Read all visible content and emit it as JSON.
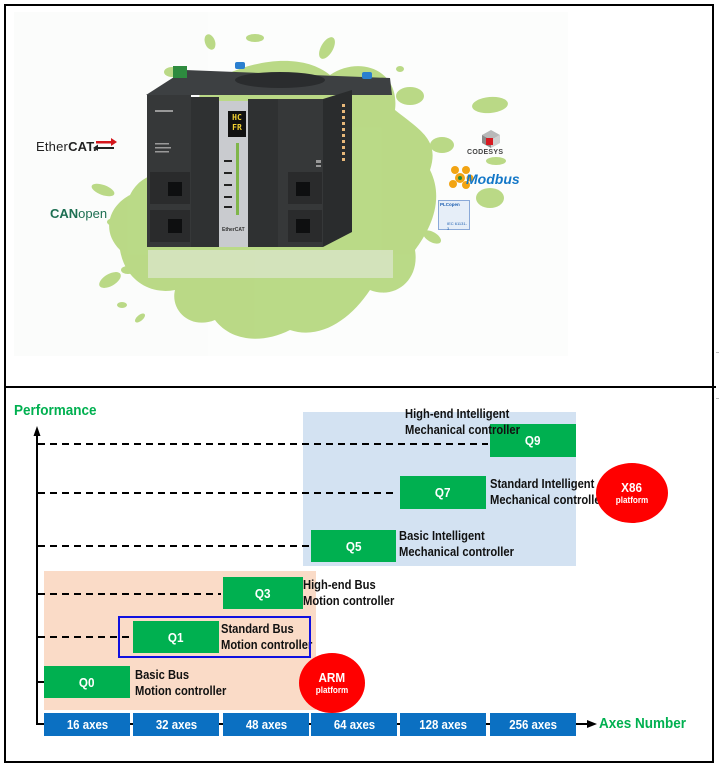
{
  "product_panel": {
    "device_display": [
      "HC",
      "FR"
    ],
    "device_front_label": "EtherCAT",
    "logos": {
      "ethercat": {
        "prefix": "Ether",
        "bold": "CAT",
        "mark": "."
      },
      "canopen": {
        "bold": "CAN",
        "rest": "open"
      },
      "codesys": "CODESYS",
      "modbus": "Modbus",
      "plcopen": {
        "title": "PLCopen",
        "standard": "IEC 61131-3"
      }
    },
    "colors": {
      "splash_green": "#a9cf6a",
      "device_body": "#2f3133"
    }
  },
  "chart_data": {
    "type": "table",
    "title": "",
    "ylabel": "Performance",
    "xlabel": "Axes Number",
    "x_categories": [
      "16 axes",
      "32 axes",
      "48 axes",
      "64 axes",
      "128 axes",
      "256 axes"
    ],
    "levels_ascending": [
      "Q0",
      "Q1",
      "Q3",
      "Q5",
      "Q7",
      "Q9"
    ],
    "products": [
      {
        "id": "Q0",
        "label": "Q0",
        "desc": [
          "Basic Bus",
          "Motion controller"
        ],
        "axes": "16 axes",
        "platform": "ARM"
      },
      {
        "id": "Q1",
        "label": "Q1",
        "desc": [
          "Standard Bus",
          "Motion controller"
        ],
        "axes": "32 axes",
        "platform": "ARM",
        "highlighted": true
      },
      {
        "id": "Q3",
        "label": "Q3",
        "desc": [
          "High-end Bus",
          "Motion controller"
        ],
        "axes": "48 axes",
        "platform": "ARM"
      },
      {
        "id": "Q5",
        "label": "Q5",
        "desc": [
          "Basic Intelligent",
          "Mechanical controller"
        ],
        "axes": "64 axes",
        "platform": "X86"
      },
      {
        "id": "Q7",
        "label": "Q7",
        "desc": [
          "Standard Intelligent",
          "Mechanical controller"
        ],
        "axes": "128 axes",
        "platform": "X86"
      },
      {
        "id": "Q9",
        "label": "Q9",
        "desc": [
          "High-end Intelligent",
          "Mechanical controller"
        ],
        "axes": "256 axes",
        "platform": "X86"
      }
    ],
    "platforms": [
      {
        "name": "X86",
        "sub": "platform",
        "products": [
          "Q5",
          "Q7",
          "Q9"
        ]
      },
      {
        "name": "ARM",
        "sub": "platform",
        "products": [
          "Q0",
          "Q1",
          "Q3"
        ]
      }
    ],
    "grid": false,
    "colors": {
      "product_box": "#00b050",
      "axis_box": "#0b70c2",
      "intelligent_zone": "#d3e2f2",
      "bus_zone": "#fadbc7",
      "platform_badge": "#ff0000",
      "highlight_border": "#1010e0",
      "axis_title": "#00b050"
    }
  }
}
